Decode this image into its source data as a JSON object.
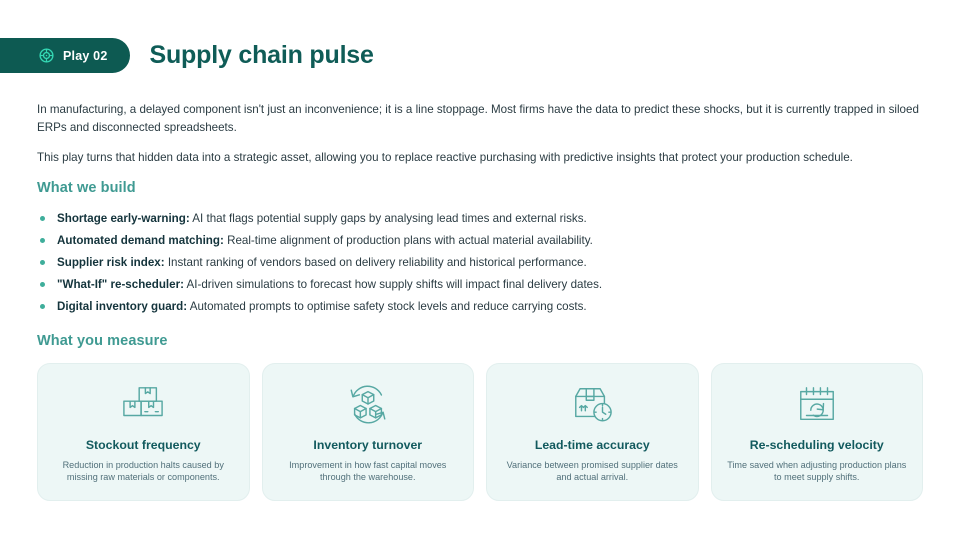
{
  "header": {
    "badge_icon": "target-icon",
    "badge_label": "Play 02",
    "title": "Supply chain pulse",
    "badge_bg": "#0d5a52",
    "title_color": "#0f5c57"
  },
  "intro": {
    "paragraph_1": "In manufacturing, a delayed component isn't just an inconvenience; it is a line stoppage. Most firms have the data to predict these shocks, but it is currently trapped in siloed ERPs and disconnected spreadsheets.",
    "paragraph_2": "This play turns that hidden data into a strategic asset, allowing you to replace reactive purchasing with predictive insights that protect your production schedule."
  },
  "build": {
    "heading": "What we build",
    "heading_color": "#3f9a92",
    "bullet_color": "#3fae9b",
    "items": [
      {
        "term": "Shortage early-warning:",
        "desc": " AI that flags potential supply gaps by analysing lead times and external risks."
      },
      {
        "term": "Automated demand matching:",
        "desc": " Real-time alignment of production plans with actual material availability."
      },
      {
        "term": "Supplier risk index:",
        "desc": " Instant ranking of vendors based on delivery reliability and historical performance."
      },
      {
        "term": "\"What-If\" re-scheduler:",
        "desc": " AI-driven simulations to forecast how supply shifts will impact final delivery dates."
      },
      {
        "term": "Digital inventory guard:",
        "desc": " Automated prompts to optimise safety stock levels and reduce carrying costs."
      }
    ]
  },
  "measure": {
    "heading": "What you measure",
    "card_bg": "#edf7f6",
    "icon_color": "#57a8a3",
    "cards": [
      {
        "icon": "boxes-stack-icon",
        "title": "Stockout frequency",
        "desc": "Reduction in production halts caused by missing raw materials or components."
      },
      {
        "icon": "cubes-refresh-cycle-icon",
        "title": "Inventory turnover",
        "desc": "Improvement in how fast capital moves through the warehouse."
      },
      {
        "icon": "package-clock-icon",
        "title": "Lead-time accuracy",
        "desc": "Variance between promised supplier dates and actual arrival."
      },
      {
        "icon": "calendar-refresh-icon",
        "title": "Re-scheduling velocity",
        "desc": "Time saved when adjusting production plans to meet supply shifts."
      }
    ]
  }
}
